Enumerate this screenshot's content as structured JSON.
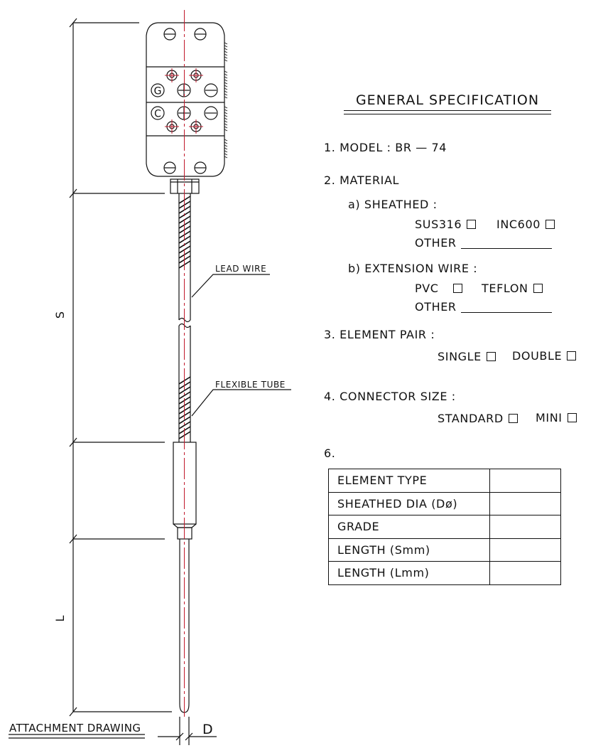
{
  "drawing": {
    "dimension_labels": {
      "s": "S",
      "l": "L",
      "d": "D"
    },
    "callouts": {
      "lead_wire": "LEAD WIRE",
      "flexible_tube": "FLEXIBLE TUBE"
    },
    "terminal_markings": {
      "top": "G",
      "bottom": "C"
    },
    "caption": "ATTACHMENT DRAWING"
  },
  "spec": {
    "title": "GENERAL SPECIFICATION",
    "model": "1. MODEL :  BR — 74",
    "material": "2. MATERIAL",
    "sheathed": "a) SHEATHED :",
    "sus316": "SUS316",
    "inc600": "INC600",
    "other1": "OTHER",
    "extension_wire": "b) EXTENSION WIRE :",
    "pvc": "PVC",
    "teflon": "TEFLON",
    "other2": "OTHER",
    "element_pair": "3. ELEMENT PAIR :",
    "single": "SINGLE",
    "double": "DOUBLE",
    "connector_size": "4. CONNECTOR SIZE :",
    "standard": "STANDARD",
    "mini": "MINI",
    "item6": "6.",
    "table_rows": [
      "ELEMENT TYPE",
      "SHEATHED DIA (Dø)",
      "GRADE",
      "LENGTH (Smm)",
      "LENGTH (Lmm)"
    ]
  }
}
